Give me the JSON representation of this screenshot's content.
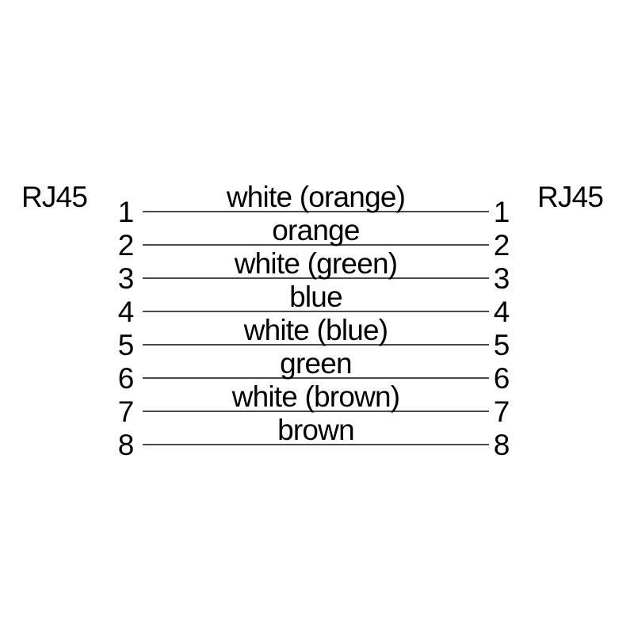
{
  "diagram": {
    "left_connector_label": "RJ45",
    "right_connector_label": "RJ45",
    "wires": [
      {
        "left_pin": "1",
        "right_pin": "1",
        "label": "white (orange)"
      },
      {
        "left_pin": "2",
        "right_pin": "2",
        "label": "orange"
      },
      {
        "left_pin": "3",
        "right_pin": "3",
        "label": "white (green)"
      },
      {
        "left_pin": "4",
        "right_pin": "4",
        "label": "blue"
      },
      {
        "left_pin": "5",
        "right_pin": "5",
        "label": "white (blue)"
      },
      {
        "left_pin": "6",
        "right_pin": "6",
        "label": "green"
      },
      {
        "left_pin": "7",
        "right_pin": "7",
        "label": "white (brown)"
      },
      {
        "left_pin": "8",
        "right_pin": "8",
        "label": "brown"
      }
    ],
    "colors": {
      "background": "#ffffff",
      "text": "#000000",
      "wire_line": "#4a4a4a"
    }
  }
}
